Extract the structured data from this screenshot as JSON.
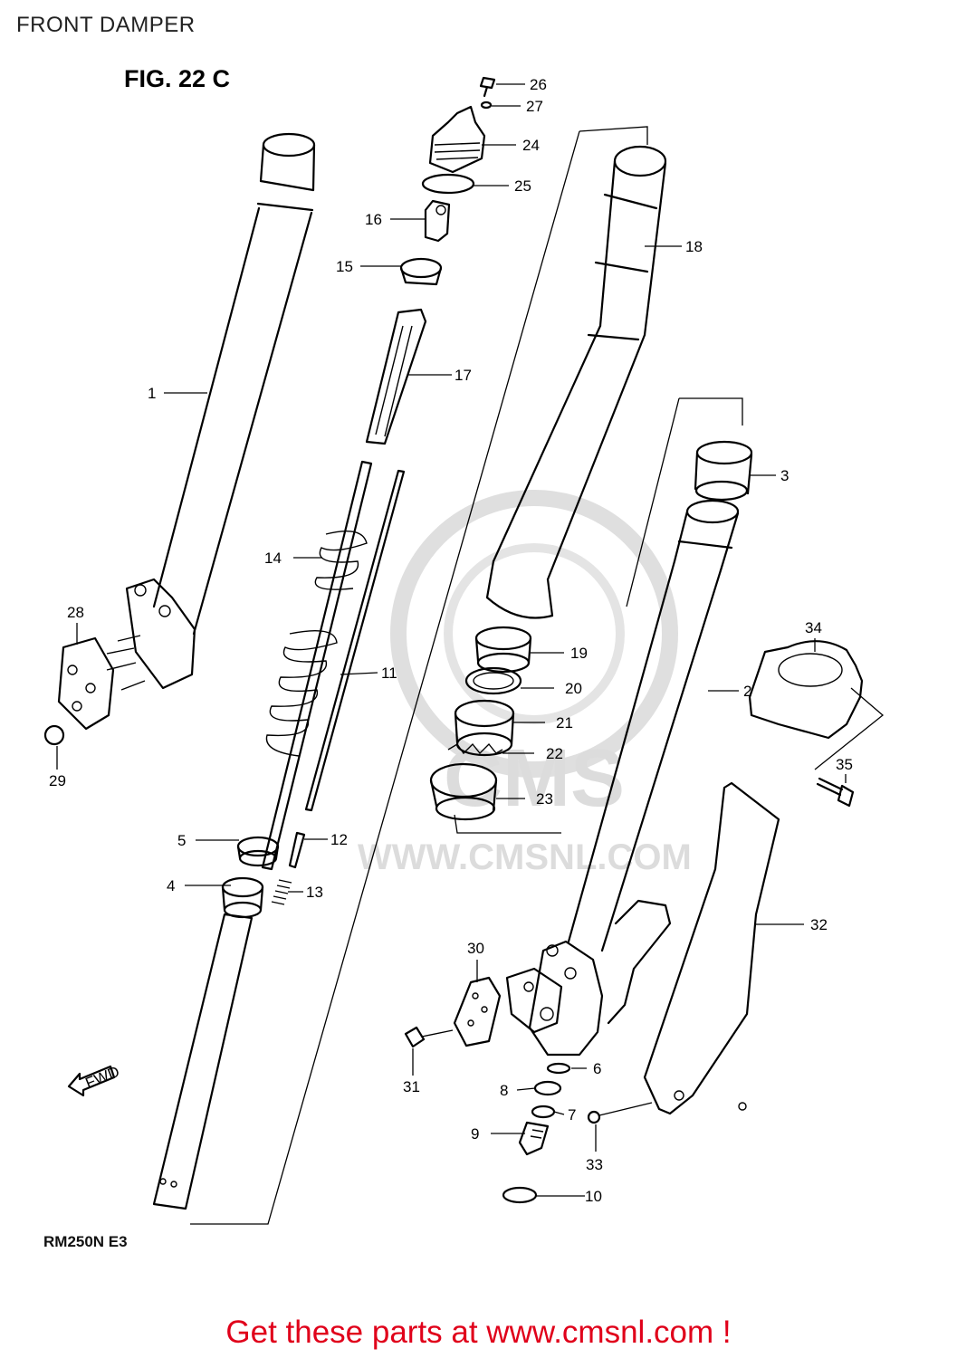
{
  "header": {
    "title": "FRONT DAMPER"
  },
  "figure": {
    "label": "FIG. 22 C",
    "model": "RM250N E3"
  },
  "watermark": {
    "text": "WWW.CMSNL.COM",
    "logo": "CMS"
  },
  "fwd_label": "FWD",
  "parts": [
    "1",
    "2",
    "3",
    "4",
    "5",
    "6",
    "7",
    "8",
    "9",
    "10",
    "11",
    "12",
    "13",
    "14",
    "15",
    "16",
    "17",
    "18",
    "19",
    "20",
    "21",
    "22",
    "23",
    "24",
    "25",
    "26",
    "27",
    "28",
    "29",
    "30",
    "31",
    "32",
    "33",
    "34",
    "35"
  ],
  "footer": {
    "cta": "Get these parts at www.cmsnl.com !"
  },
  "colors": {
    "cta": "#e0001a",
    "line": "#000000",
    "watermark": "#d9d9d9"
  }
}
